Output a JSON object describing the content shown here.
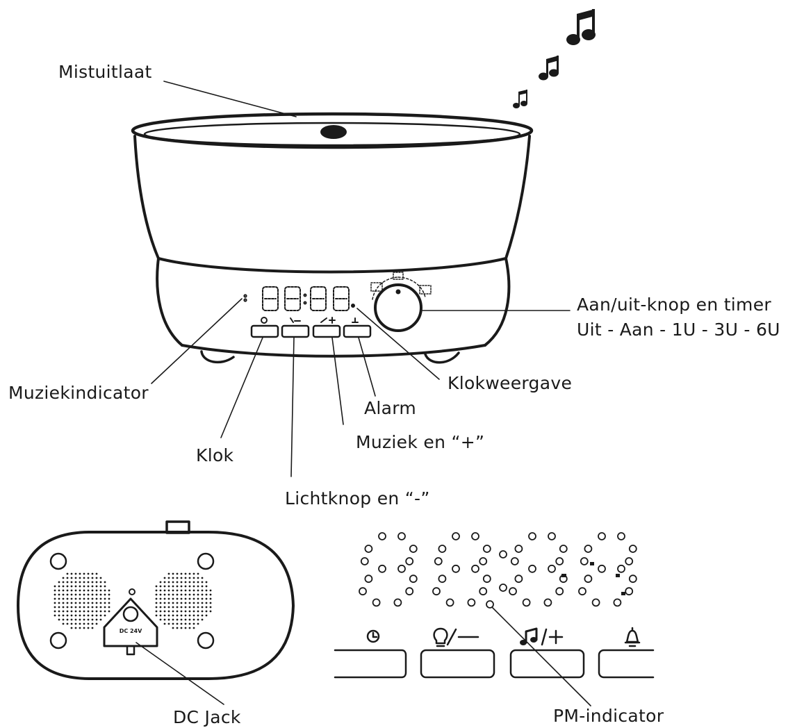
{
  "labels": {
    "mist_outlet": "Mistuitlaat",
    "power_timer": "Aan/uit-knop en timer",
    "timer_steps": "Uit - Aan - 1U - 3U - 6U",
    "music_indicator": "Muziekindicator",
    "clock_display": "Klokweergave",
    "alarm": "Alarm",
    "music_plus": "Muziek en “+”",
    "clock": "Klok",
    "light_minus": "Lichtknop en “-”",
    "dc_jack": "DC Jack",
    "pm_indicator": "PM-indicator"
  },
  "dc_jack_plate": "DC 24V",
  "icons": [
    "clock-icon",
    "bulb-icon",
    "music-note-icon",
    "bell-icon"
  ],
  "colors": {
    "line": "#1a1a1a",
    "background": "#ffffff"
  }
}
